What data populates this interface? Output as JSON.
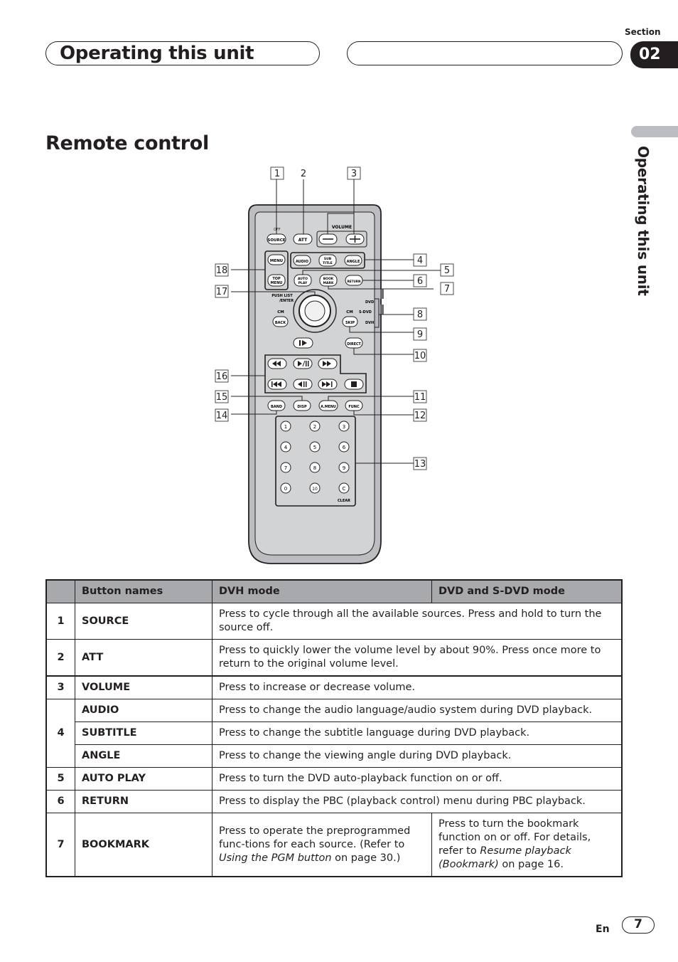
{
  "header": {
    "title": "Operating this unit",
    "section_label": "Section",
    "section_number": "02"
  },
  "side_tab": {
    "label": "Operating this unit"
  },
  "heading": "Remote control",
  "remote": {
    "callouts": [
      "1",
      "2",
      "3",
      "4",
      "5",
      "6",
      "7",
      "8",
      "9",
      "10",
      "11",
      "12",
      "13",
      "14",
      "15",
      "16",
      "17",
      "18"
    ],
    "buttons": {
      "source": "SOURCE",
      "att": "ATT",
      "volume": "VOLUME",
      "minus": "—",
      "plus": "+",
      "menu": "MENU",
      "top_menu_1": "TOP",
      "top_menu_2": "MENU",
      "audio": "AUDIO",
      "subtitle_1": "SUB",
      "subtitle_2": "TITLE",
      "angle": "ANGLE",
      "autoplay_1": "AUTO",
      "autoplay_2": "PLAY",
      "bookmark_1": "BOOK",
      "bookmark_2": "MARK",
      "return": "RETURN",
      "push_list_1": "PUSH LIST",
      "push_list_2": "/ENTER",
      "cm_left": "CM",
      "back": "BACK",
      "cm_right": "CM",
      "skip": "SKIP",
      "dvd": "DVD",
      "sdvd": "S-DVD",
      "dvh": "DVH",
      "direct": "DIRECT",
      "band": "BAND",
      "disp": "DISP",
      "amenu": "A.MENU",
      "func": "FUNC",
      "clear": "CLEAR",
      "off": "OFF",
      "keypad": [
        "1",
        "2",
        "3",
        "4",
        "5",
        "6",
        "7",
        "8",
        "9",
        "0",
        "10",
        "C"
      ]
    }
  },
  "table": {
    "headers": [
      "",
      "Button names",
      "DVH mode",
      "DVD and S-DVD mode"
    ],
    "rows": [
      {
        "num": "1",
        "name": "SOURCE",
        "desc": "Press to cycle through all the available sources. Press and hold to turn the source off."
      },
      {
        "num": "2",
        "name": "ATT",
        "desc": "Press to quickly lower the volume level by about 90%. Press once more to return to the original volume level."
      },
      {
        "num": "3",
        "name": "VOLUME",
        "desc": "Press to increase or decrease volume."
      },
      {
        "num": "4",
        "name": "AUDIO",
        "desc": "Press to change the audio language/audio system during DVD playback."
      },
      {
        "num": "",
        "name": "SUBTITLE",
        "desc": "Press to change the subtitle language during DVD playback."
      },
      {
        "num": "",
        "name": "ANGLE",
        "desc": "Press to change the viewing angle during DVD playback."
      },
      {
        "num": "5",
        "name": "AUTO PLAY",
        "desc": "Press to turn the DVD auto-playback function on or off."
      },
      {
        "num": "6",
        "name": "RETURN",
        "desc": "Press to display the PBC (playback control) menu during PBC playback."
      },
      {
        "num": "7",
        "name": "BOOKMARK",
        "dvh_a": "Press to operate the preprogrammed func-tions for each source. (Refer to ",
        "dvh_i": "Using the PGM button",
        "dvh_b": " on page 30.)",
        "dvd_a": "Press to turn the bookmark function on or off. For details, refer to ",
        "dvd_i": "Resume playback (Bookmark)",
        "dvd_b": " on page 16."
      }
    ]
  },
  "footer": {
    "lang": "En",
    "page": "7"
  }
}
